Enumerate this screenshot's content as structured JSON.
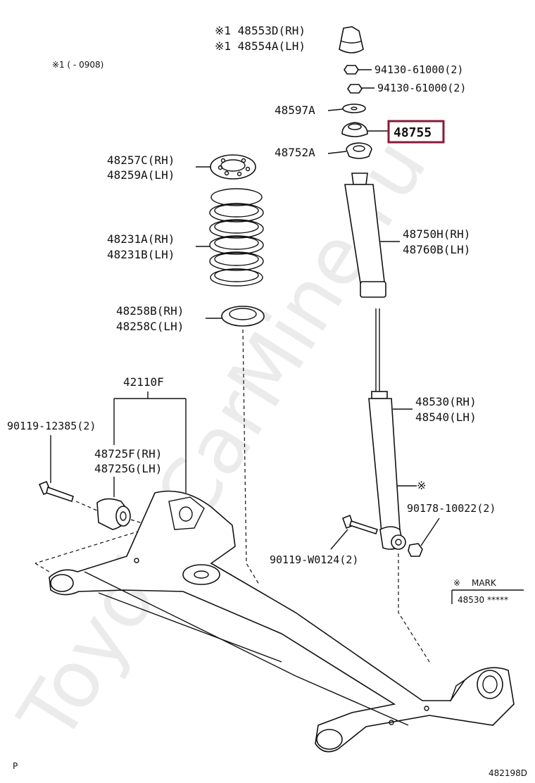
{
  "watermark": "ToyotaCarMine.ru",
  "note": "※1 (      - 0908)",
  "corner_code": "P",
  "figure_number": "482198D",
  "highlight_color": "#8b1a3a",
  "mark_note": {
    "symbol": "※",
    "title": "MARK",
    "value": "48530 *****"
  },
  "callouts": {
    "bump_stop_rh": "※1 48553D(RH)",
    "bump_stop_lh": "※1 48554A(LH)",
    "nut_1": "94130-61000(2)",
    "nut_2": "94130-61000(2)",
    "washer": "48597A",
    "support": "48755",
    "bearing": "48752A",
    "insulator_upper_rh": "48257C(RH)",
    "insulator_upper_lh": "48259A(LH)",
    "spring_rh": "48231A(RH)",
    "spring_lh": "48231B(LH)",
    "boot_rh": "48750H(RH)",
    "boot_lh": "48760B(LH)",
    "insulator_lower_rh": "48258B(RH)",
    "insulator_lower_lh": "48258C(LH)",
    "beam": "42110F",
    "bolt_beam": "90119-12385(2)",
    "bushing_rh": "48725F(RH)",
    "bushing_lh": "48725G(LH)",
    "absorber_rh": "48530(RH)",
    "absorber_lh": "48540(LH)",
    "absorber_mark": "※",
    "nut_lower": "90178-10022(2)",
    "bolt_lower": "90119-W0124(2)"
  }
}
